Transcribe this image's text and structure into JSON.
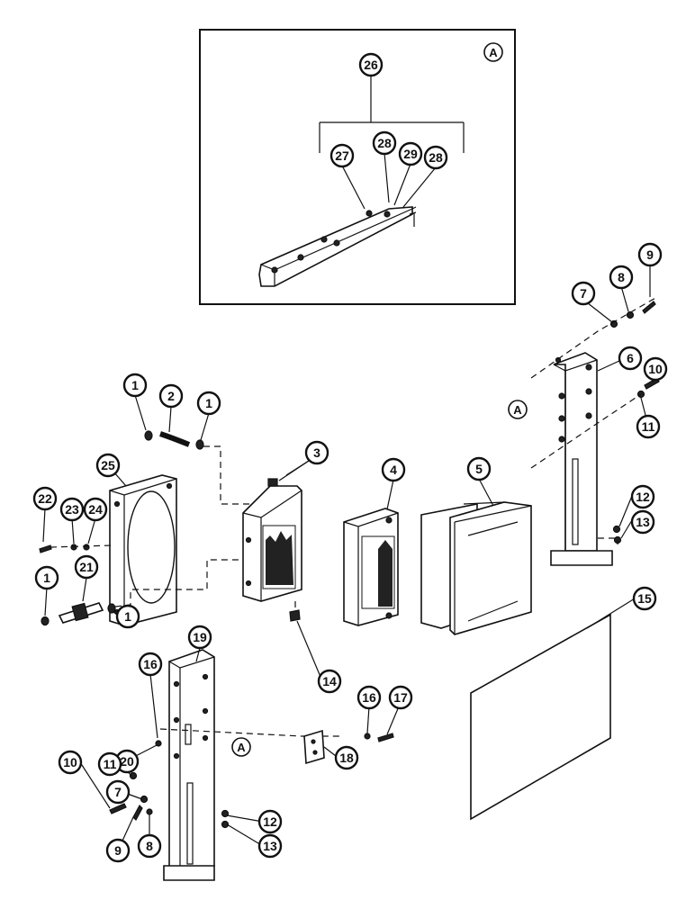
{
  "diagram": {
    "view_label": "A",
    "inset_parts": [
      "26",
      "27",
      "28",
      "29",
      "28"
    ],
    "callouts": [
      "1",
      "2",
      "1",
      "3",
      "4",
      "5",
      "6",
      "7",
      "8",
      "9",
      "10",
      "11",
      "12",
      "13",
      "14",
      "15",
      "16",
      "17",
      "18",
      "19",
      "20",
      "21",
      "22",
      "23",
      "24",
      "25",
      "1",
      "1",
      "16",
      "11",
      "10",
      "7",
      "9",
      "8",
      "12",
      "13"
    ]
  }
}
